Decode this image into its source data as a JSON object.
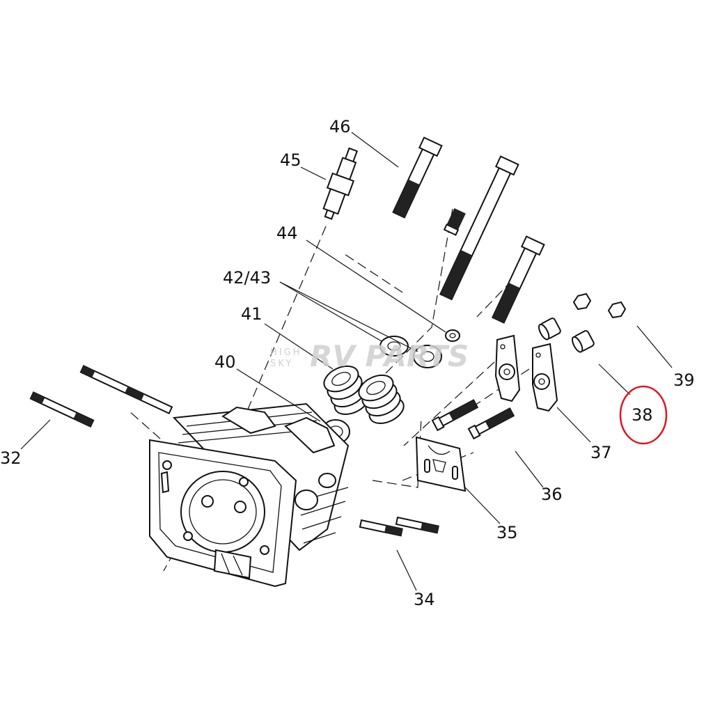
{
  "labels": {
    "p32": "32",
    "p34": "34",
    "p35": "35",
    "p36": "36",
    "p37": "37",
    "p38": "38",
    "p39": "39",
    "p40": "40",
    "p41": "41",
    "p42_43": "42/43",
    "p44": "44",
    "p45": "45",
    "p46": "46"
  },
  "watermark": {
    "line1": "HIGH",
    "line2": "SKY",
    "brand": "RV PARTS"
  },
  "highlight": {
    "part": "38",
    "color": "#e0141e"
  }
}
